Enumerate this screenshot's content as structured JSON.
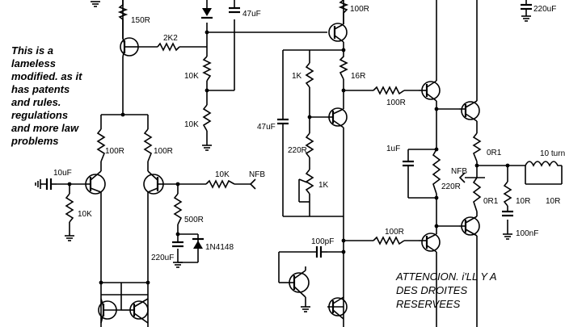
{
  "notes": {
    "left": [
      "This is a",
      "lameless",
      "modified. as it",
      "has patents",
      "and rules.",
      "regulations",
      "and more law",
      "problems"
    ],
    "right": [
      "ATTENCION. i'LL Y A",
      "DES DROITES",
      "RESERVEES"
    ]
  },
  "labels": {
    "r_150": "150R",
    "r_2k2": "2K2",
    "c_47u": "47uF",
    "r_100_top": "100R",
    "c_220u_top": "220uF",
    "r_10k_a": "10K",
    "r_10k_b": "10K",
    "r_1k_a": "1K",
    "r_16": "16R",
    "r_100_drv": "100R",
    "c_47u_b": "47uF",
    "r_220_a": "220R",
    "r_1k_pot": "1K",
    "r_100_l": "100R",
    "r_100_r": "100R",
    "c_10u": "10uF",
    "r_10k_in": "10K",
    "r_10k_nfb": "10K",
    "nfb_a": "NFB",
    "r_500": "500R",
    "d_1n4148": "1N4148",
    "c_220u_b": "220uF",
    "c_1u": "1uF",
    "r_220_b": "220R",
    "nfb_b": "NFB",
    "r_0r1_a": "0R1",
    "r_0r1_b": "0R1",
    "l_10turn": "10 turn",
    "r_10_a": "10R",
    "r_10_b": "10R",
    "c_100n": "100nF",
    "c_100p": "100pF",
    "r_100_low": "100R"
  }
}
